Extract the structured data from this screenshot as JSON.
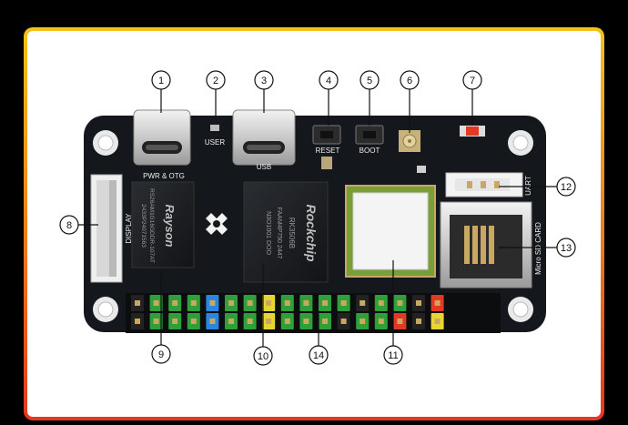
{
  "board": {
    "silkscreen": {
      "pwr_otg": "PWR & OTG",
      "user": "USER",
      "usb": "USB",
      "reset": "RESET",
      "boot": "BOOT",
      "display": "DISPLAY",
      "uart": "UART",
      "micro_sd": "Micro SD CARD",
      "rayson_logo": "Rayson",
      "rayson_lines": [
        "RS26AM1G16GDDR-107AT",
        "2433P24071563"
      ],
      "rockchip_logo": "Rockchip",
      "rockchip_lines": [
        "RK3506B",
        "FAAM4P750 2447",
        "N3O1001 DOO"
      ]
    },
    "callouts": [
      {
        "id": "1",
        "label": "①"
      },
      {
        "id": "2",
        "label": "②"
      },
      {
        "id": "3",
        "label": "③"
      },
      {
        "id": "4",
        "label": "④"
      },
      {
        "id": "5",
        "label": "⑤"
      },
      {
        "id": "6",
        "label": "⑥"
      },
      {
        "id": "7",
        "label": "⑦"
      },
      {
        "id": "8",
        "label": "⑧"
      },
      {
        "id": "9",
        "label": "⑨"
      },
      {
        "id": "10",
        "label": "⑩"
      },
      {
        "id": "11",
        "label": "⑪"
      },
      {
        "id": "12",
        "label": "⑫"
      },
      {
        "id": "13",
        "label": "⑬"
      },
      {
        "id": "14",
        "label": "⑭"
      }
    ],
    "colors": {
      "pcb": "#14171b",
      "header_green": "#2f9f3a",
      "header_blue": "#2a86e0",
      "header_yellow": "#e8d530",
      "header_red": "#e23a22",
      "frame_top": "#f2c318",
      "frame_bottom": "#e5381f"
    }
  }
}
